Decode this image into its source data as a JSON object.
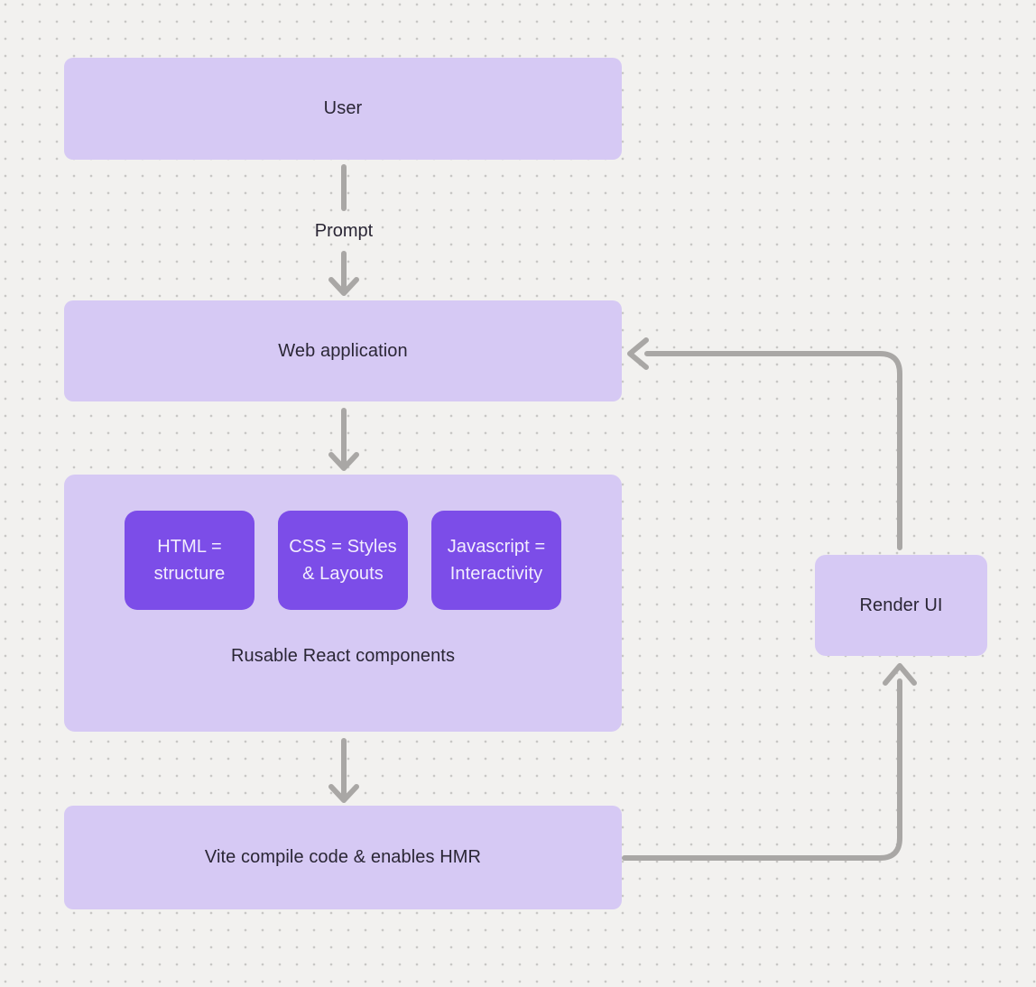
{
  "diagram": {
    "nodes": {
      "user": {
        "label": "User"
      },
      "web_application": {
        "label": "Web application"
      },
      "components": {
        "caption": "Rusable React components",
        "children": [
          {
            "line1": "HTML =",
            "line2": "structure"
          },
          {
            "line1": "CSS = Styles",
            "line2": "& Layouts"
          },
          {
            "line1": "Javascript =",
            "line2": "Interactivity"
          }
        ]
      },
      "vite": {
        "label": "Vite compile code & enables HMR"
      },
      "render_ui": {
        "label": "Render UI"
      }
    },
    "edges": {
      "prompt_label": "Prompt"
    },
    "colors": {
      "background": "#f2f1ef",
      "dot_grid": "#c8c7c5",
      "node_light_purple": "#d6c9f4",
      "chip_dark_purple": "#7c4de8",
      "arrow_gray": "#a9a7a5",
      "text_dark": "#2a2635",
      "text_on_purple": "#f2edfd"
    }
  }
}
